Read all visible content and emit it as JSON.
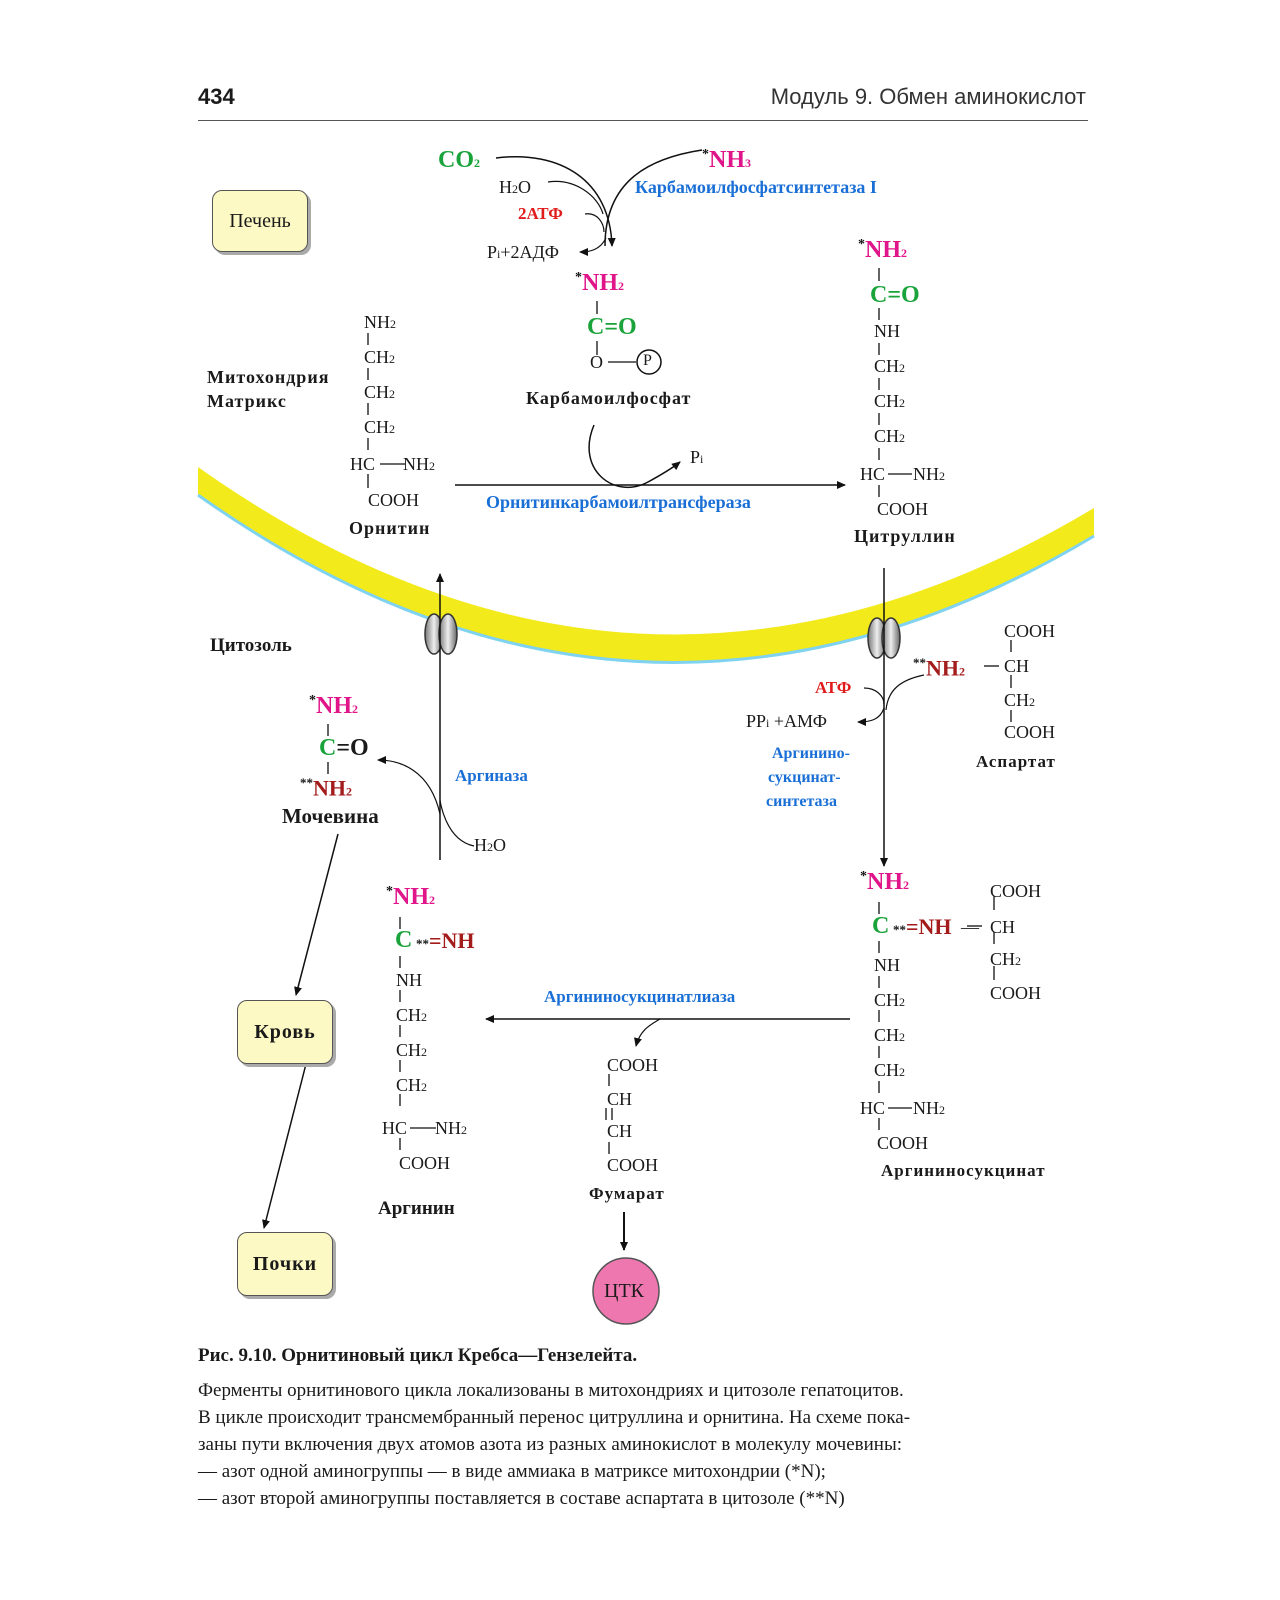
{
  "header": {
    "page_number": "434",
    "title": "Модуль 9. Обмен аминокислот"
  },
  "colors": {
    "carbon": "#1aa33a",
    "nitrogen1": "#e0158a",
    "nitrogen2": "#a31b1b",
    "enzyme": "#1a6fd6",
    "atp": "#e01b1b",
    "membrane": "#f2ea1b",
    "tca": "#ee77b0"
  },
  "compartments": {
    "liver": "Печень",
    "mito_line1": "Митохондрия",
    "mito_line2": "Матрикс",
    "cytosol": "Цитозоль",
    "blood": "Кровь",
    "kidney": "Почки"
  },
  "reagents": {
    "co2": "CO",
    "nh3": "NH",
    "h2o": "H",
    "atp2": "2АТФ",
    "pi_adp": "P",
    "pi": "P",
    "atp": "АТФ",
    "ppi_amp": "PP",
    "h2o_arg": "H",
    "p_circle": "P"
  },
  "enzymes": {
    "cps": "Карбамоилфосфатсинтетаза I",
    "otc": "Орнитинкарбамоилтрансфераза",
    "ass_1": "Аргинино-",
    "ass_2": "сукцинат-",
    "ass_3": "синтетаза",
    "asl": "Аргининосукцинатлиаза",
    "arginase": "Аргиназа"
  },
  "compounds": {
    "carbamoyl_phosphate": "Карбамоилфосфат",
    "ornithine": "Орнитин",
    "citrulline": "Цитруллин",
    "aspartate": "Аспартат",
    "argininosuccinate": "Аргининосукцинат",
    "fumarate": "Фумарат",
    "arginine": "Аргинин",
    "urea": "Мочевина",
    "tca": "ЦТК"
  },
  "caption": {
    "title": "Рис. 9.10. Орнитиновый цикл Кребса—Гензелейта.",
    "lines": [
      "Ферменты орнитинового цикла локализованы в митохондриях и цитозоле гепатоцитов.",
      "В цикле происходит трансмембранный перенос цитруллина и орнитина. На схеме пока-",
      "заны пути включения двух атомов азота из разных аминокислот в молекулу мочевины:",
      "— азот одной аминогруппы — в виде аммиака в матриксе митохондрии (*N);",
      "— азот второй аминогруппы поставляется в составе аспартата в цитозоле (**N)"
    ]
  }
}
